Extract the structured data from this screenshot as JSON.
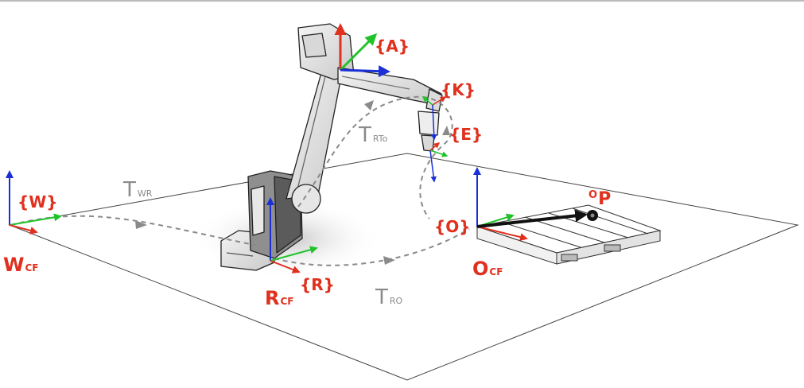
{
  "colors": {
    "x_axis": "#e0301e",
    "y_axis": "#22c32a",
    "z_axis": "#1a2fd6",
    "label": "#e0301e",
    "transform": "#8a8a8a",
    "path": "#8a8a8a",
    "floor": "#444444"
  },
  "frames": {
    "world": {
      "label": "{W}",
      "cf_main": "W",
      "cf_sub": "CF"
    },
    "robot": {
      "label": "{R}",
      "cf_main": "R",
      "cf_sub": "CF"
    },
    "object": {
      "label": "{O}",
      "cf_main": "O",
      "cf_sub": "CF"
    },
    "arm": {
      "label": "{A}"
    },
    "knuckle": {
      "label": "{K}"
    },
    "effector": {
      "label": "{E}"
    }
  },
  "transforms": {
    "wr": {
      "main": "T",
      "sub": "WR"
    },
    "ro": {
      "main": "T",
      "sub": "RO"
    },
    "rto": {
      "main": "T",
      "sub": "RTo"
    }
  },
  "point": {
    "superscript": "O",
    "main": "P"
  }
}
